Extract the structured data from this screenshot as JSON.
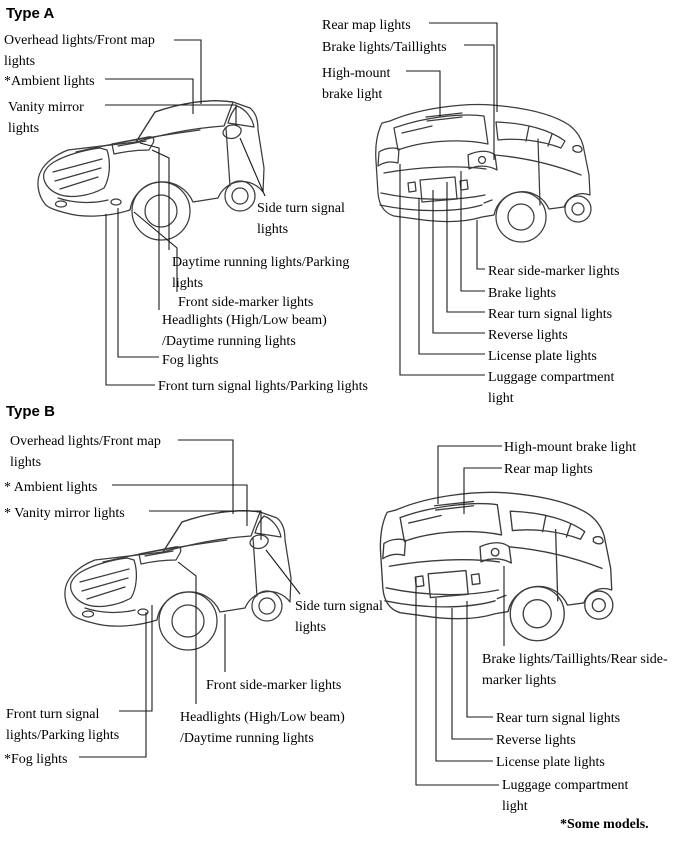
{
  "page": {
    "type_a_title": "Type A",
    "type_b_title": "Type B",
    "footnote": "*Some models."
  },
  "labels": {
    "a_overhead": "Overhead lights/Front map lights",
    "a_ambient": "*Ambient lights",
    "a_vanity": "Vanity mirror lights",
    "a_side_turn": "Side turn signal lights",
    "a_drl": "Daytime running lights/Parking lights",
    "a_front_marker": "Front side-marker lights",
    "a_headlights": "Headlights (High/Low beam)\n/Daytime running lights",
    "a_fog": "Fog lights",
    "a_front_turn": "Front turn signal lights/Parking lights",
    "a_rear_map": "Rear map lights",
    "a_brake_tail": "Brake lights/Taillights",
    "a_high_mount": "High-mount brake light",
    "a_rear_marker": "Rear side-marker lights",
    "a_rear_brake": "Brake lights",
    "a_rear_turn": "Rear turn signal lights",
    "a_reverse": "Reverse lights",
    "a_plate": "License plate lights",
    "a_luggage": "Luggage compartment light",
    "b_overhead": "Overhead lights/Front map lights",
    "b_ambient": "* Ambient lights",
    "b_vanity": "* Vanity mirror lights",
    "b_side_turn": "Side turn signal lights",
    "b_front_marker": "Front side-marker lights",
    "b_front_turn": "Front turn signal lights/Parking lights",
    "b_headlights": "Headlights (High/Low beam)\n/Daytime running lights",
    "b_fog": "*Fog lights",
    "b_high_mount": "High-mount brake light",
    "b_rear_map": "Rear map lights",
    "b_brake_tail": "Brake lights/Taillights/Rear side-marker lights",
    "b_rear_turn": "Rear turn signal lights",
    "b_reverse": "Reverse lights",
    "b_plate": "License plate lights",
    "b_luggage": "Luggage compartment light"
  }
}
